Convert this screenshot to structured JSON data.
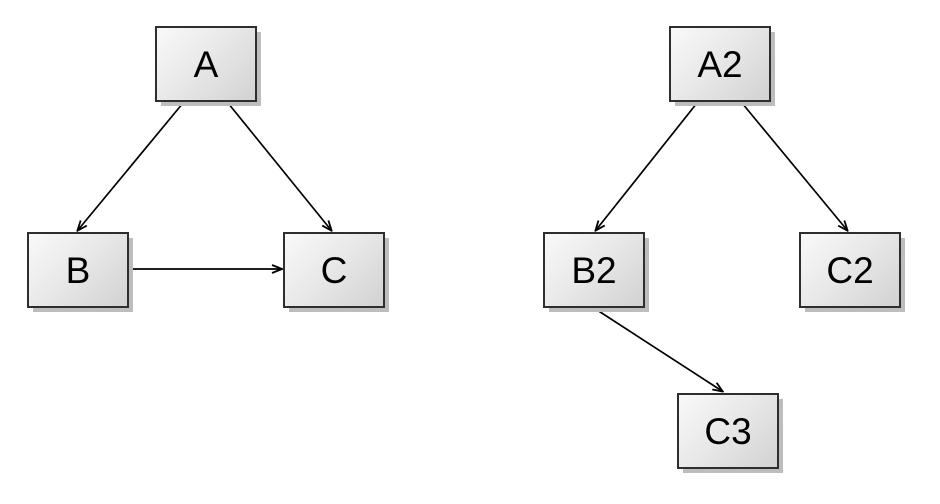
{
  "diagram": {
    "background_color": "#ffffff",
    "style": {
      "node_fill_light": "#f9f9f9",
      "node_fill_dark": "#d2d2d2",
      "node_border_color": "#2e2e2e",
      "node_shadow_color": "#bdbdbd",
      "edge_color": "#000000",
      "label_color": "#000000"
    },
    "left_graph": {
      "nodes": [
        {
          "id": "A",
          "label": "A"
        },
        {
          "id": "B",
          "label": "B"
        },
        {
          "id": "C",
          "label": "C"
        }
      ],
      "edges": [
        {
          "from": "A",
          "to": "B"
        },
        {
          "from": "A",
          "to": "C"
        },
        {
          "from": "B",
          "to": "C"
        }
      ]
    },
    "right_graph": {
      "nodes": [
        {
          "id": "A2",
          "label": "A2"
        },
        {
          "id": "B2",
          "label": "B2"
        },
        {
          "id": "C2",
          "label": "C2"
        },
        {
          "id": "C3",
          "label": "C3"
        }
      ],
      "edges": [
        {
          "from": "A2",
          "to": "B2"
        },
        {
          "from": "A2",
          "to": "C2"
        },
        {
          "from": "B2",
          "to": "C3"
        }
      ]
    }
  }
}
